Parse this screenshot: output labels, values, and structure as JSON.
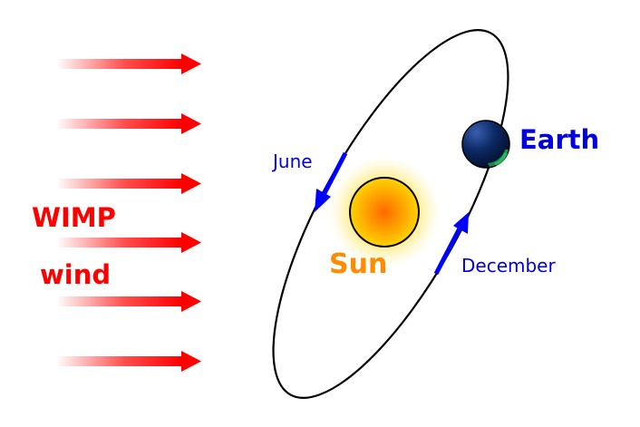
{
  "labels": {
    "wind_line1": "WIMP",
    "wind_line2": "wind",
    "earth": "Earth",
    "sun": "Sun",
    "june": "June",
    "december": "December"
  },
  "colors": {
    "wind": "#ff0000",
    "earth_text": "#0000e0",
    "sun_text": "#ff8c00",
    "month_text": "#0000e0",
    "motion_arrow": "#0000ff",
    "orbit": "#000000",
    "sun_core": "#ff6a00",
    "sun_glow": "#ffd200",
    "earth_dark": "#001a4d",
    "earth_rim": "#1fa04a"
  },
  "icons": {
    "wind_arrow": "right-arrow-icon",
    "motion_arrow": "direction-arrow-icon"
  },
  "wind_arrow_count": 6
}
